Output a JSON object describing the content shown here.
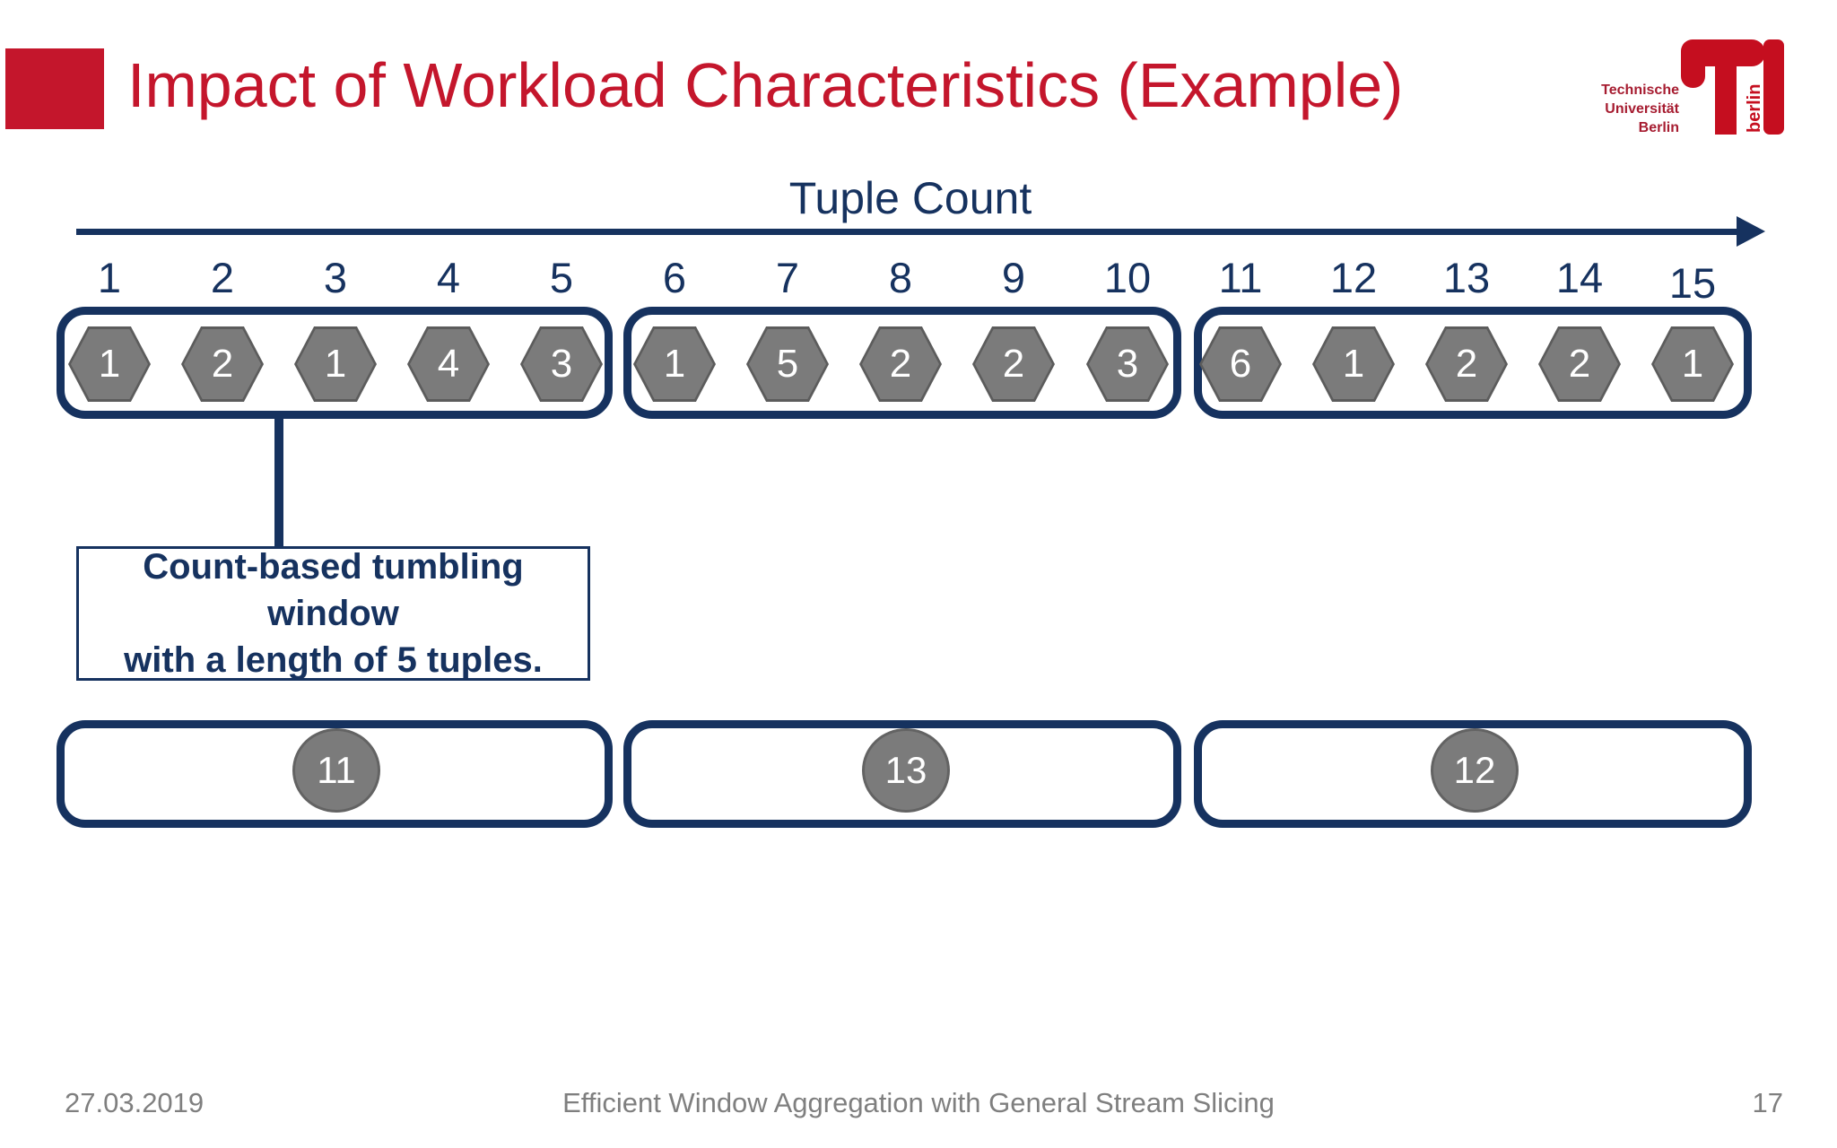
{
  "slide": {
    "title": "Impact of Workload Characteristics (Example)",
    "footer": {
      "date": "27.03.2019",
      "center": "Efficient Window Aggregation with General Stream Slicing",
      "page": "17"
    }
  },
  "logo": {
    "line1": "Technische",
    "line2": "Universität",
    "line3": "Berlin",
    "mark_text": "berlin"
  },
  "axis": {
    "title": "Tuple Count",
    "ticks": [
      "1",
      "2",
      "3",
      "4",
      "5",
      "6",
      "7",
      "8",
      "9",
      "10",
      "11",
      "12",
      "13",
      "14",
      "15"
    ]
  },
  "stream_windows": [
    {
      "tuples": [
        "1",
        "2",
        "1",
        "4",
        "3"
      ]
    },
    {
      "tuples": [
        "1",
        "5",
        "2",
        "2",
        "3"
      ]
    },
    {
      "tuples": [
        "6",
        "1",
        "2",
        "2",
        "1"
      ]
    }
  ],
  "callout": {
    "line1": "Count-based tumbling window",
    "line2": "with a length of 5 tuples."
  },
  "results": [
    {
      "value": "11"
    },
    {
      "value": "13"
    },
    {
      "value": "12"
    }
  ],
  "colors": {
    "title_red": "#c4162c",
    "logo_red": "#c50e1f",
    "navy": "#16325f",
    "hexagon_fill": "#7b7b7b",
    "hexagon_border": "#5c5c5c",
    "footer_gray": "#7f7f7f"
  },
  "chart_data": {
    "type": "table",
    "title": "Tuple Count",
    "categories": [
      "1",
      "2",
      "3",
      "4",
      "5",
      "6",
      "7",
      "8",
      "9",
      "10",
      "11",
      "12",
      "13",
      "14",
      "15"
    ],
    "values": [
      1,
      2,
      1,
      4,
      3,
      1,
      5,
      2,
      2,
      3,
      6,
      1,
      2,
      2,
      1
    ],
    "window_sums": [
      11,
      13,
      12
    ],
    "window_ranges": [
      [
        1,
        5
      ],
      [
        6,
        10
      ],
      [
        11,
        15
      ]
    ]
  }
}
